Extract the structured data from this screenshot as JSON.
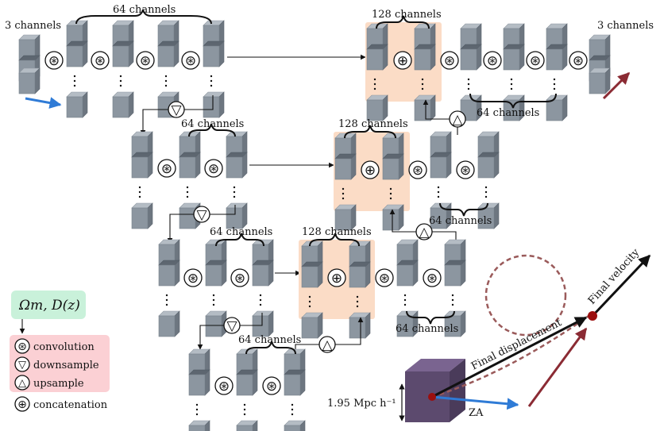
{
  "labels": {
    "top_left_channels": "3 channels",
    "top_right_channels": "3 channels",
    "l1_encoder_channels": "64 channels",
    "l1_concat_channels": "128 channels",
    "l1_decoder_channels": "64 channels",
    "l2_encoder_channels": "64 channels",
    "l2_concat_channels": "128 channels",
    "l2_decoder_channels": "64 channels",
    "l3_encoder_channels": "64 channels",
    "l3_concat_channels": "128 channels",
    "l3_decoder_channels": "64 channels",
    "bottom_channels": "64 channels"
  },
  "input_params": "Ωm, D(z)",
  "legend": [
    {
      "symbol": "⊛",
      "label": "convolution"
    },
    {
      "symbol": "▽",
      "label": "downsample"
    },
    {
      "symbol": "△",
      "label": "upsample"
    },
    {
      "symbol": "⊕",
      "label": "concatenation"
    }
  ],
  "physics": {
    "final_displacement": "Final displacement",
    "final_velocity": "Final velocity",
    "za": "ZA",
    "box_size": "1.95 Mpc h⁻¹"
  },
  "symbols": {
    "conv": "⊛",
    "concat": "⊕",
    "down": "▽",
    "up": "△"
  },
  "colors": {
    "cube_front": "#8c96a0",
    "cube_top": "#b4bcc4",
    "cube_side": "#6d7680",
    "concat_bg": "#fbdcc6",
    "params_bg": "#c9f1da",
    "legend_bg": "#fbd0d4",
    "box_purple": "#5c4a6e",
    "blue_arrow": "#2f7bd6",
    "red_arrow": "#8b2b34",
    "dashed": "#9a5a5a",
    "dot": "#9b0f0f"
  }
}
